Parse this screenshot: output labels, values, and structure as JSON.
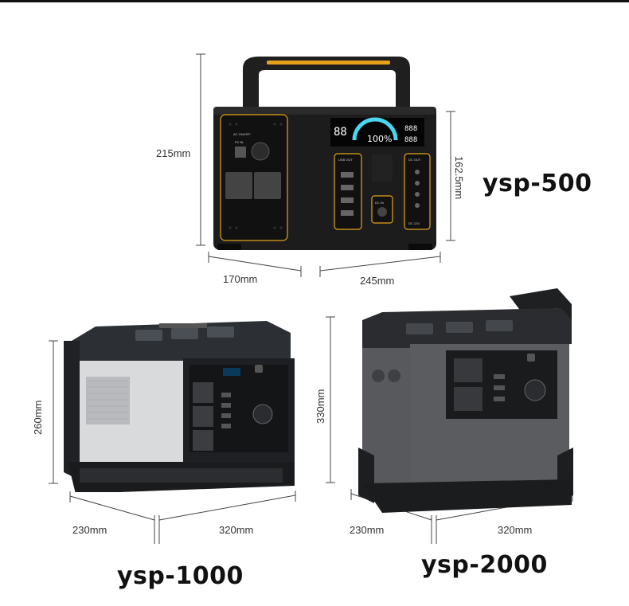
{
  "products": [
    {
      "model": "ysp-500",
      "height": "215mm",
      "depth": "170mm",
      "width": "245mm",
      "side_height": "162.5mm",
      "display_percent": "100%",
      "panel_labels": {
        "ac_switch": "AC ON/OFF",
        "usb_out": "USB OUT",
        "dc_out": "DC OUT",
        "dc_in": "DC IN",
        "pv_in": "PV IN",
        "dc_12v": "DC 12V"
      }
    },
    {
      "model": "ysp-1000",
      "height": "260mm",
      "depth": "230mm",
      "width": "320mm"
    },
    {
      "model": "ysp-2000",
      "height": "330mm",
      "depth": "230mm",
      "width": "320mm"
    }
  ],
  "colors": {
    "accent_gold": "#e6a21a",
    "body_dark": "#1c1c1c",
    "silver": "#d9dadc",
    "grey_panel": "#5a5c60"
  }
}
